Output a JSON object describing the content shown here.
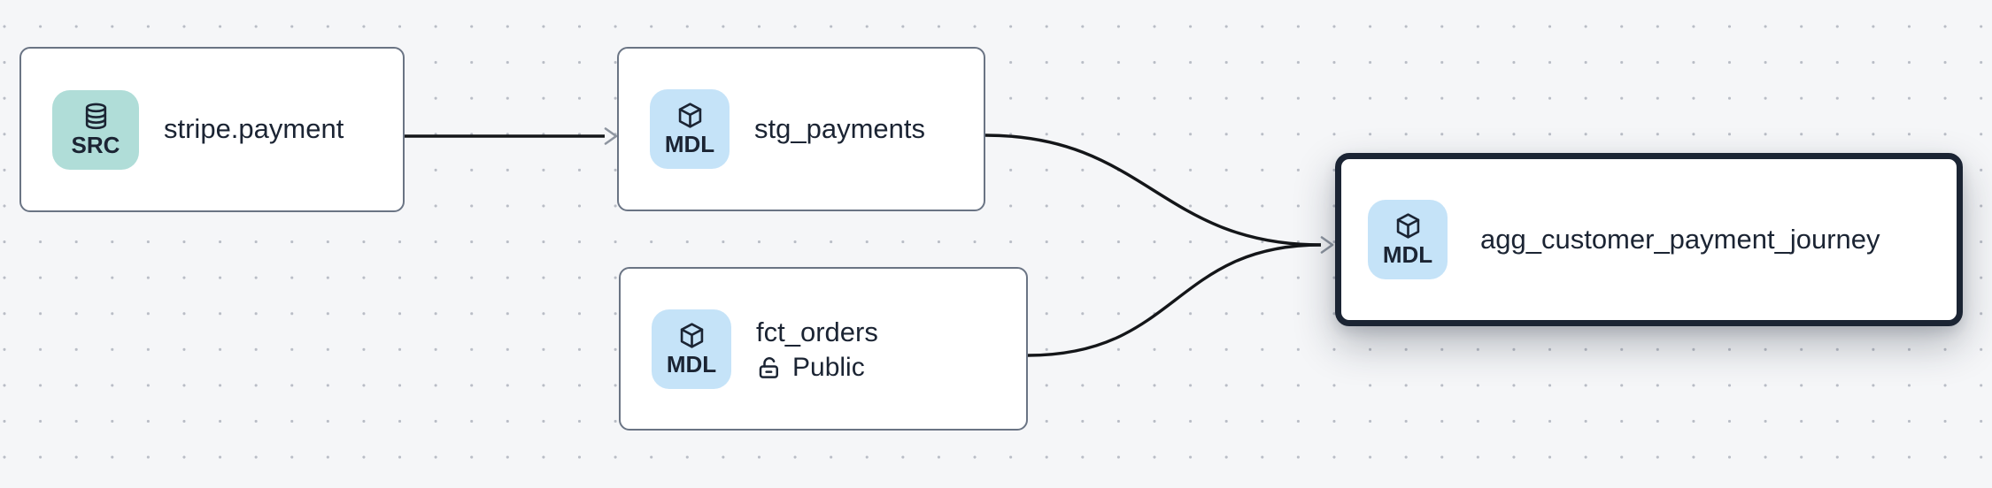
{
  "theme": {
    "canvas_bg": "#f5f6f8",
    "dot_color": "#b9bdc6",
    "node_bg": "#ffffff",
    "node_border": "#6a7484",
    "selected_border": "#1b2433",
    "src_badge_bg": "#b0ddd8",
    "mdl_badge_bg": "#c5e3f8",
    "text_color": "#1b2433",
    "edge_color": "#141619",
    "arrowhead_color": "#8e95a0"
  },
  "nodes": [
    {
      "title": "stripe.payment",
      "type": "SRC",
      "icon": "database-icon",
      "selected": false
    },
    {
      "title": "stg_payments",
      "type": "MDL",
      "icon": "cube-icon",
      "selected": false
    },
    {
      "title": "fct_orders",
      "type": "MDL",
      "icon": "cube-icon",
      "access": "Public",
      "access_icon": "lock-open-icon",
      "selected": false
    },
    {
      "title": "agg_customer_payment_journey",
      "type": "MDL",
      "icon": "cube-icon",
      "selected": true
    }
  ],
  "edges": [
    {
      "from": "stripe.payment",
      "to": "stg_payments"
    },
    {
      "from": "stg_payments",
      "to": "agg_customer_payment_journey"
    },
    {
      "from": "fct_orders",
      "to": "agg_customer_payment_journey"
    }
  ]
}
